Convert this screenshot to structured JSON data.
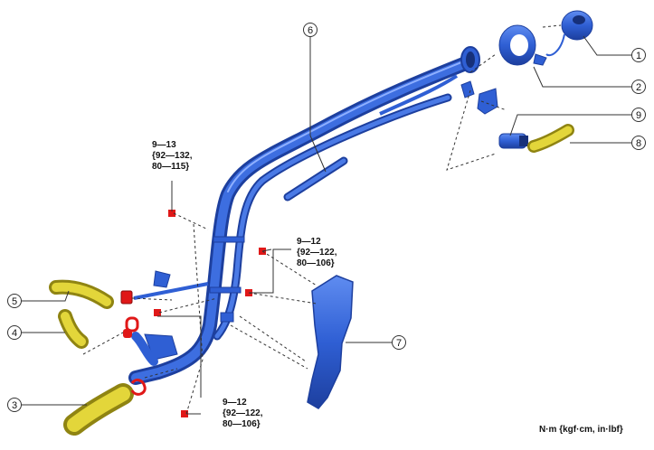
{
  "callouts": [
    "1",
    "2",
    "3",
    "4",
    "5",
    "6",
    "7",
    "8",
    "9"
  ],
  "torque_specs": [
    "9—13\n{92—132,\n80—115}",
    "9—12\n{92—122,\n80—106}",
    "9—12\n{92—122,\n80—106}"
  ],
  "units_label": "N·m {kgf·cm, in·lbf}",
  "colors": {
    "pipe_blue": "#2f5fd4",
    "pipe_dark": "#1d3f9e",
    "hose_yellow": "#d9cc2a",
    "hose_dark": "#8f8412",
    "bolt_red": "#e01818",
    "line": "#333333"
  }
}
